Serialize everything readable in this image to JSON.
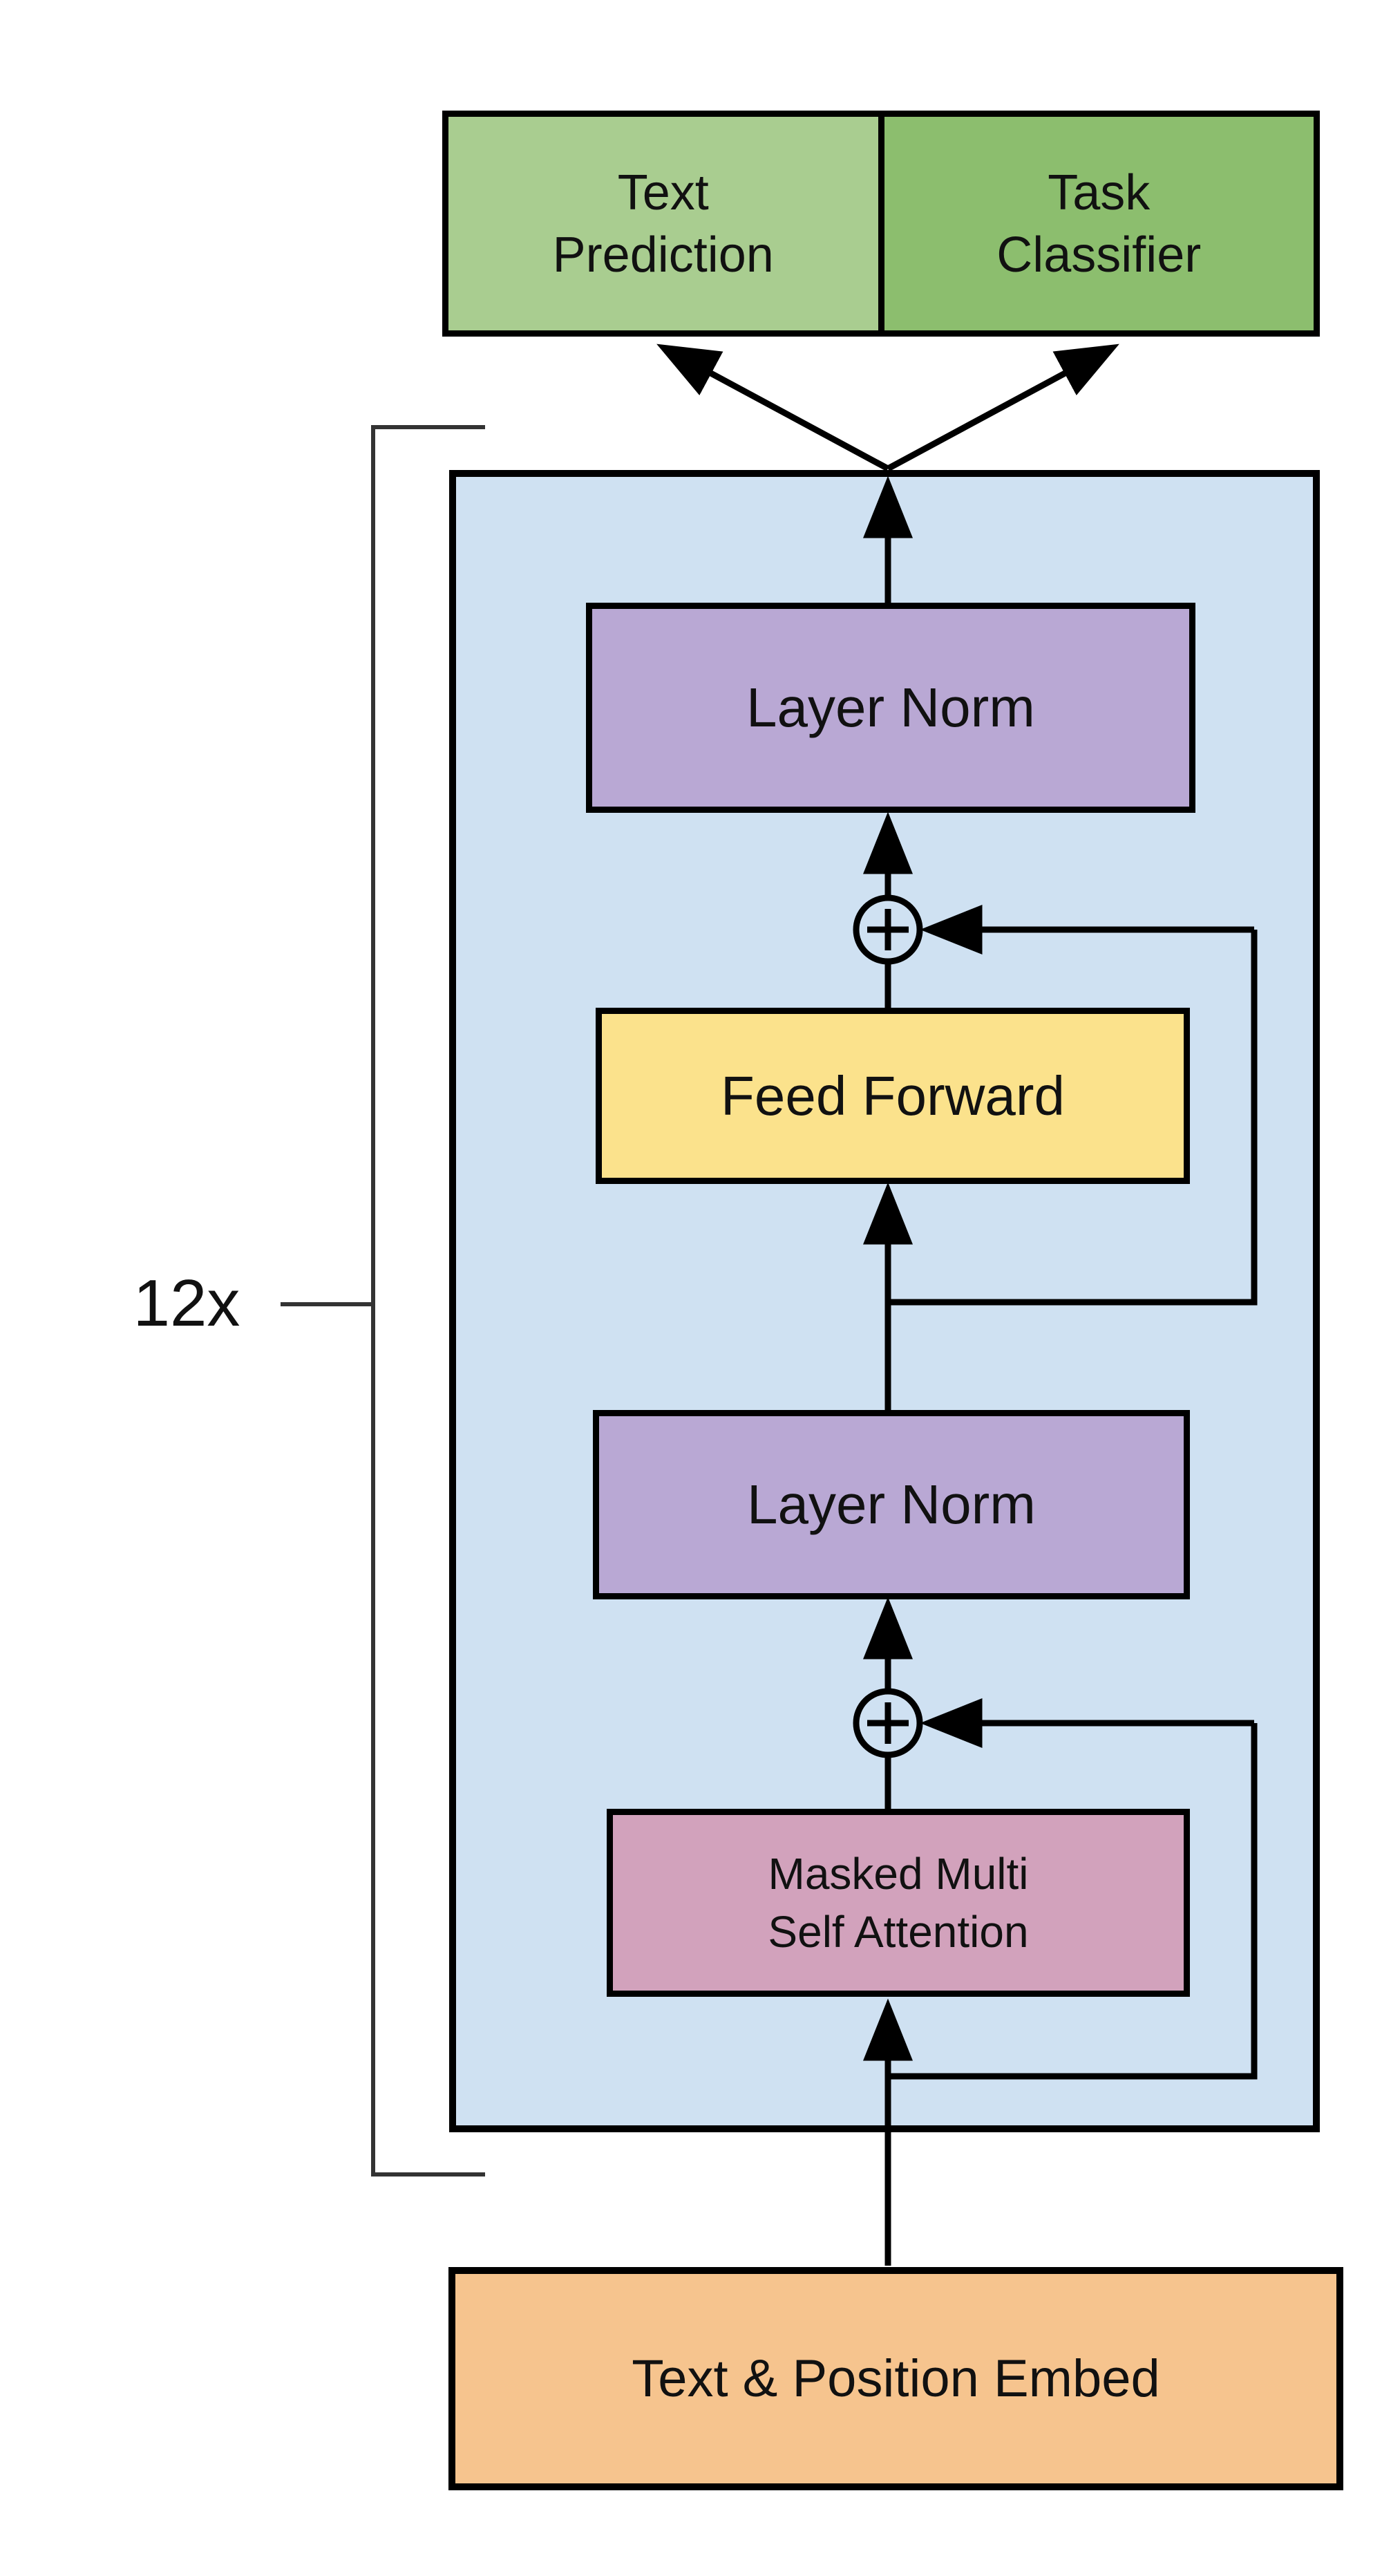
{
  "diagram": {
    "repeat_label": "12x",
    "outputs": [
      {
        "id": "text_prediction",
        "label": "Text\nPrediction",
        "fill": "#a9cd90"
      },
      {
        "id": "task_classifier",
        "label": "Task\nClassifier",
        "fill": "#8cbe6e"
      }
    ],
    "transformer_block": {
      "fill": "#cfe1f2",
      "border_color": "#000000",
      "layers": [
        {
          "id": "layer_norm_top",
          "label": "Layer Norm",
          "fill": "#b9a8d4"
        },
        {
          "id": "feed_forward",
          "label": "Feed Forward",
          "fill": "#fbe28c"
        },
        {
          "id": "layer_norm_bottom",
          "label": "Layer Norm",
          "fill": "#b9a8d4"
        },
        {
          "id": "masked_attention",
          "label": "Masked Multi\nSelf Attention",
          "fill": "#d2a2bc"
        }
      ],
      "residual_add_icons": 2
    },
    "input": {
      "id": "text_position_embed",
      "label": "Text & Position Embed",
      "fill": "#f6c48e"
    },
    "colors": {
      "background": "#ffffff",
      "connector": "#000000",
      "bracket": "#333333",
      "text": "#111111"
    }
  }
}
